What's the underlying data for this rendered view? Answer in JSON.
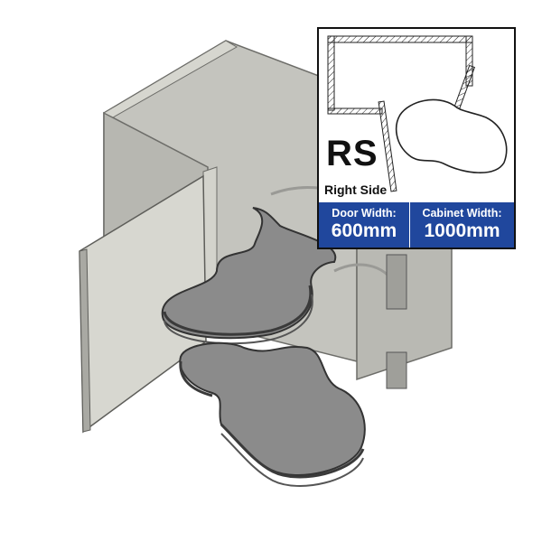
{
  "spec_panel": {
    "side_code": "RS",
    "side_label": "Right Side",
    "door_width": {
      "label": "Door Width:",
      "value": "600mm"
    },
    "cabinet_width": {
      "label": "Cabinet Width:",
      "value": "1000mm"
    }
  },
  "colors": {
    "cabinet_gray": "#c9c9c3",
    "cabinet_dark": "#8f8f8a",
    "shelf_gray": "#8a8a8a",
    "rail_dark": "#3a3a3a",
    "panel_blue": "#20479d"
  }
}
